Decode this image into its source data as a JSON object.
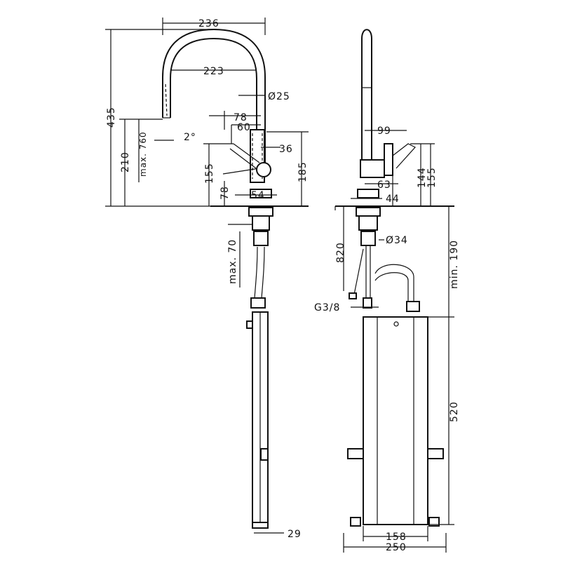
{
  "dimensions": {
    "front_width_outer": "236",
    "front_width_inner": "223",
    "spout_diameter": "Ø25",
    "height_total": "435",
    "height_spout": "210",
    "max_pullout": "max. 760",
    "angle": "2°",
    "lever_78": "78",
    "lever_60": "60",
    "lever_36": "36",
    "height_155": "155",
    "height_185": "185",
    "base_78": "78",
    "base_54": "54",
    "max_thickness": "max. 70",
    "bottom_29": "29",
    "side_99": "99",
    "side_144": "144",
    "side_155": "155",
    "side_63": "63",
    "side_44": "44",
    "side_820": "820",
    "side_d34": "Ø34",
    "side_min190": "min. 190",
    "thread": "G3/8",
    "box_520": "520",
    "box_158": "158",
    "box_250": "250"
  }
}
